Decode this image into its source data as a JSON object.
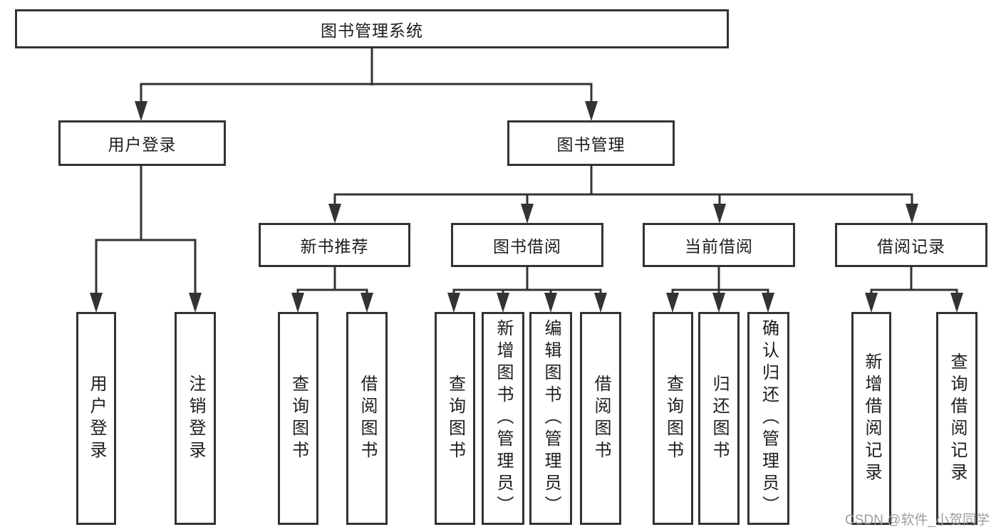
{
  "diagram": {
    "title_node": {
      "label": "图书管理系统"
    },
    "level2": [
      {
        "label": "用户登录"
      },
      {
        "label": "图书管理"
      }
    ],
    "level3": [
      {
        "label": "新书推荐",
        "parent": "图书管理"
      },
      {
        "label": "图书借阅",
        "parent": "图书管理"
      },
      {
        "label": "当前借阅",
        "parent": "图书管理"
      },
      {
        "label": "借阅记录",
        "parent": "图书管理"
      }
    ],
    "leaves": [
      {
        "label": "用户登录",
        "parent": "用户登录"
      },
      {
        "label": "注销登录",
        "parent": "用户登录"
      },
      {
        "label": "查询图书",
        "parent": "新书推荐"
      },
      {
        "label": "借阅图书",
        "parent": "新书推荐"
      },
      {
        "label": "查询图书",
        "parent": "图书借阅"
      },
      {
        "label": "新增图书（管理员）",
        "parent": "图书借阅"
      },
      {
        "label": "编辑图书（管理员）",
        "parent": "图书借阅"
      },
      {
        "label": "借阅图书",
        "parent": "图书借阅"
      },
      {
        "label": "查询图书",
        "parent": "当前借阅"
      },
      {
        "label": "归还图书",
        "parent": "当前借阅"
      },
      {
        "label": "确认归还（管理员）",
        "parent": "当前借阅"
      },
      {
        "label": "新增借阅记录",
        "parent": "借阅记录"
      },
      {
        "label": "查询借阅记录",
        "parent": "借阅记录"
      }
    ]
  },
  "watermark": {
    "text": "CSDN @软件_小贺同学"
  },
  "colors": {
    "line": "#333333",
    "text": "#1d1d1d",
    "watermark": "#9d9d9d",
    "background": "#ffffff"
  }
}
